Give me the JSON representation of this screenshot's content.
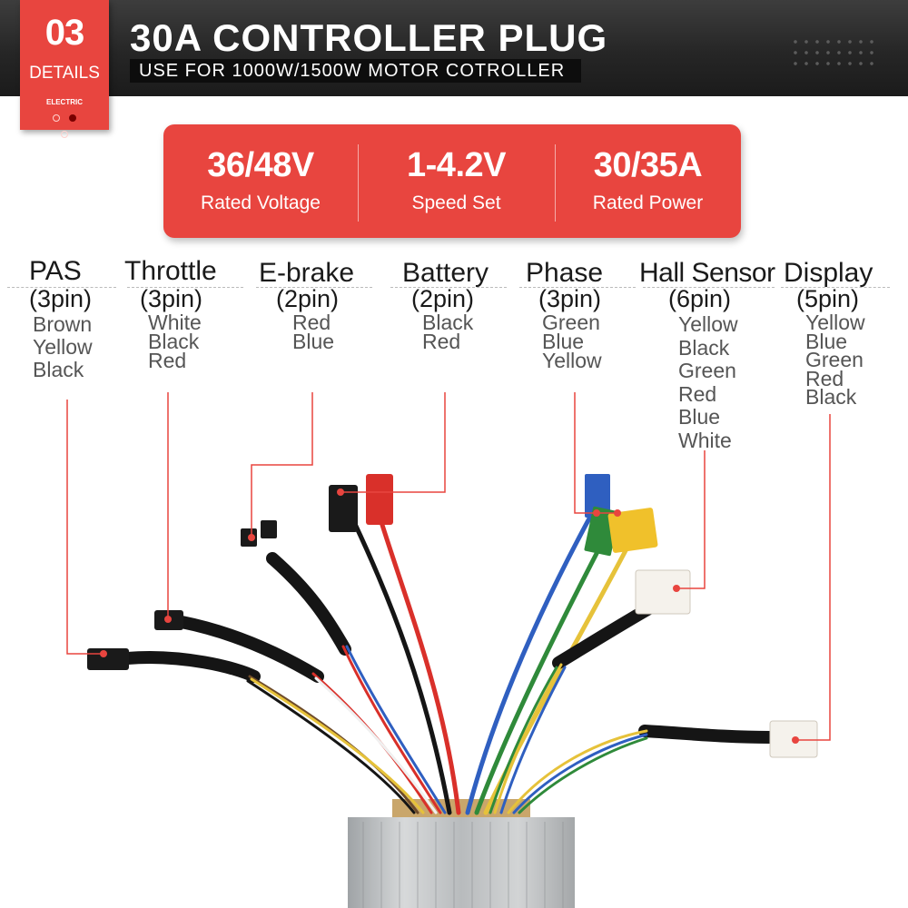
{
  "header": {
    "badge_number": "03",
    "badge_label": "DETAILS",
    "badge_sub": "ELECTRIC",
    "title": "30A CONTROLLER PLUG",
    "subtitle": "USE  FOR  1000W/1500W  MOTOR  COTROLLER"
  },
  "specs": [
    {
      "value": "36/48V",
      "label": "Rated Voltage"
    },
    {
      "value": "1-4.2V",
      "label": "Speed Set"
    },
    {
      "value": "30/35A",
      "label": "Rated Power"
    }
  ],
  "connectors": [
    {
      "name": "PAS",
      "pins": "(3pin)",
      "wires": [
        "Brown",
        "Yellow",
        "Black"
      ]
    },
    {
      "name": "Throttle",
      "pins": "(3pin)",
      "wires": [
        "White",
        "Black",
        "Red"
      ]
    },
    {
      "name": "E-brake",
      "pins": "(2pin)",
      "wires": [
        "Red",
        "Blue"
      ]
    },
    {
      "name": "Battery",
      "pins": "(2pin)",
      "wires": [
        "Black",
        "Red"
      ]
    },
    {
      "name": "Phase",
      "pins": "(3pin)",
      "wires": [
        "Green",
        "Blue",
        "Yellow"
      ]
    },
    {
      "name": "Hall Sensor",
      "pins": "(6pin)",
      "wires": [
        "Yellow",
        "Black",
        "Green",
        "Red",
        "Blue",
        "White"
      ]
    },
    {
      "name": "Display",
      "pins": "(5pin)",
      "wires": [
        "Yellow",
        "Blue",
        "Green",
        "Red",
        "Black"
      ]
    }
  ],
  "colors": {
    "accent_red": "#e8453f",
    "header_dark": "#262626",
    "leader_line": "#e8453f",
    "wire_red": "#d9302a",
    "wire_blue": "#2f5fc0",
    "wire_green": "#2f8a3a",
    "wire_yellow": "#e6c23a",
    "wire_black": "#151515",
    "controller_silver": "#bfc2c4"
  }
}
